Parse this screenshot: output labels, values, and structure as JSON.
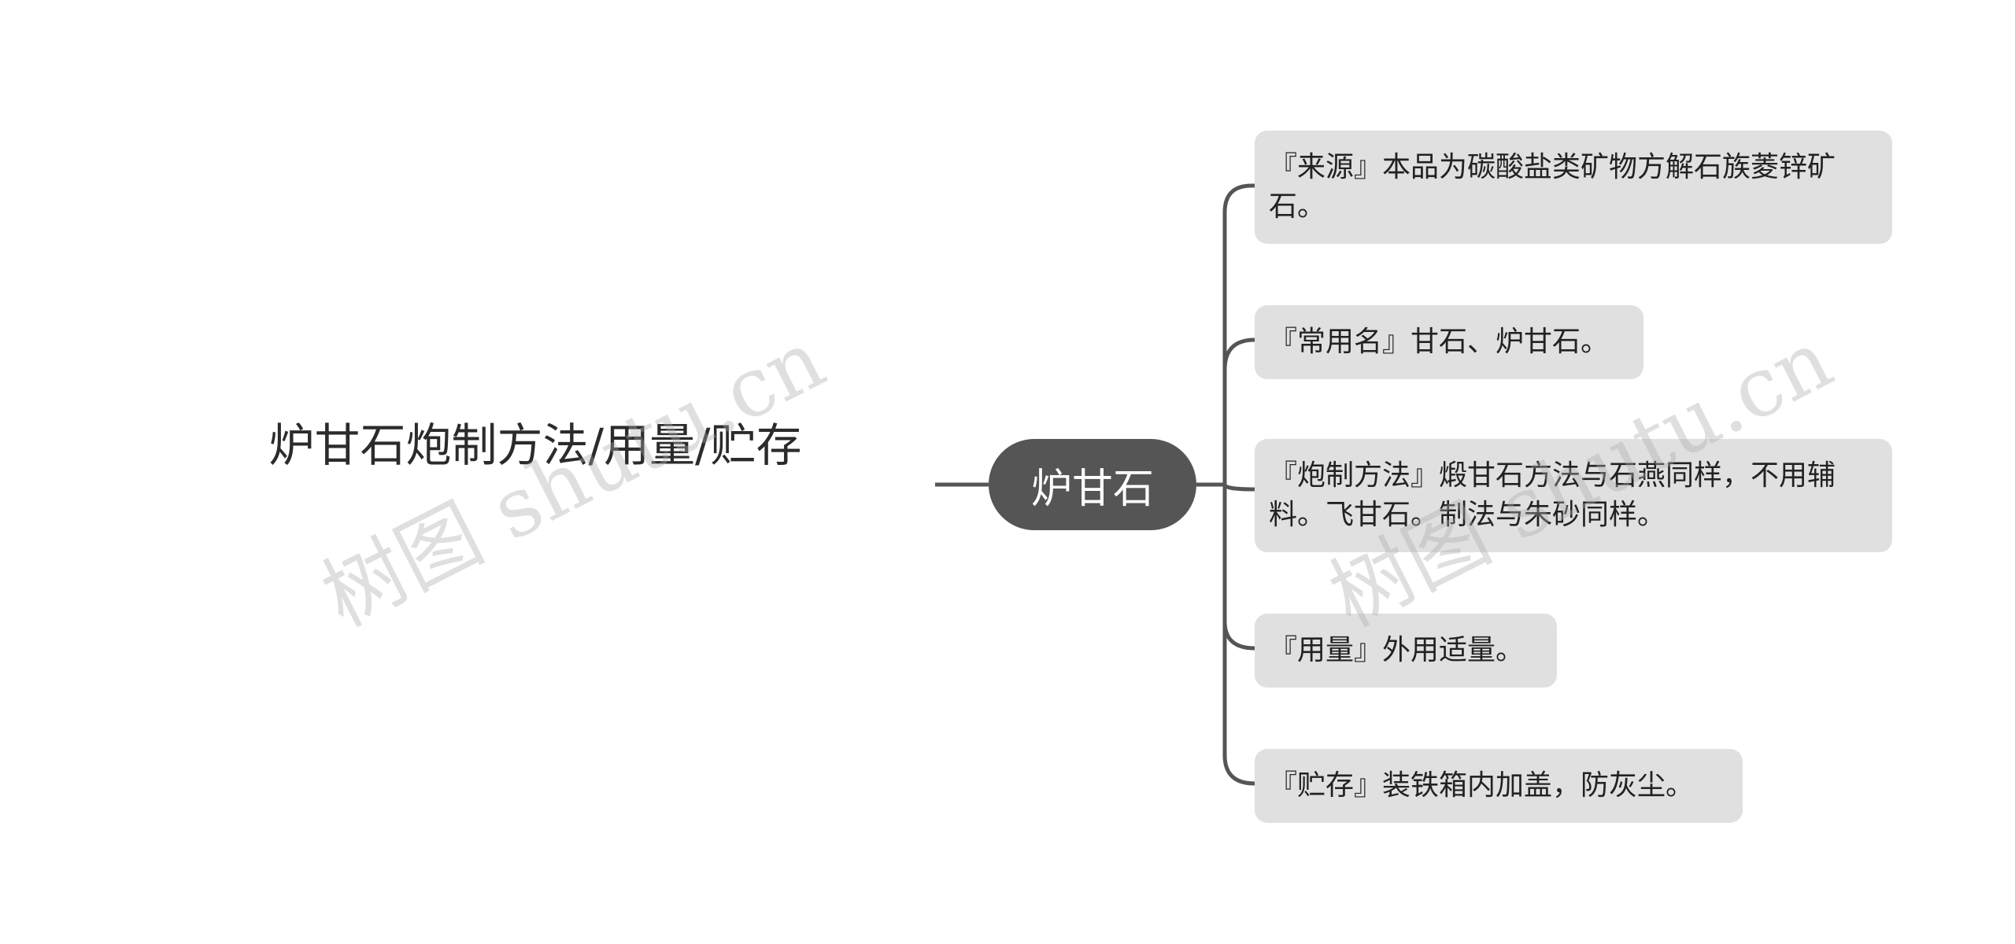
{
  "title": "炉甘石炮制方法/用量/贮存",
  "root": {
    "label": "炉甘石"
  },
  "branches": [
    {
      "text": "『来源』本品为碳酸盐类矿物方解石族菱锌矿石。"
    },
    {
      "text": "『常用名』甘石、炉甘石。"
    },
    {
      "text": "『炮制方法』煅甘石方法与石燕同样，不用辅料。飞甘石。制法与朱砂同样。"
    },
    {
      "text": "『用量』外用适量。"
    },
    {
      "text": "『贮存』装铁箱内加盖，防灰尘。"
    }
  ],
  "watermarks": [
    "树图 shutu.cn",
    "树图 shutu.cn"
  ],
  "colors": {
    "root_fill": "#555555",
    "branch_fill": "#e0e0e0",
    "connector": "#555555",
    "title_text": "#2b2b2b"
  }
}
